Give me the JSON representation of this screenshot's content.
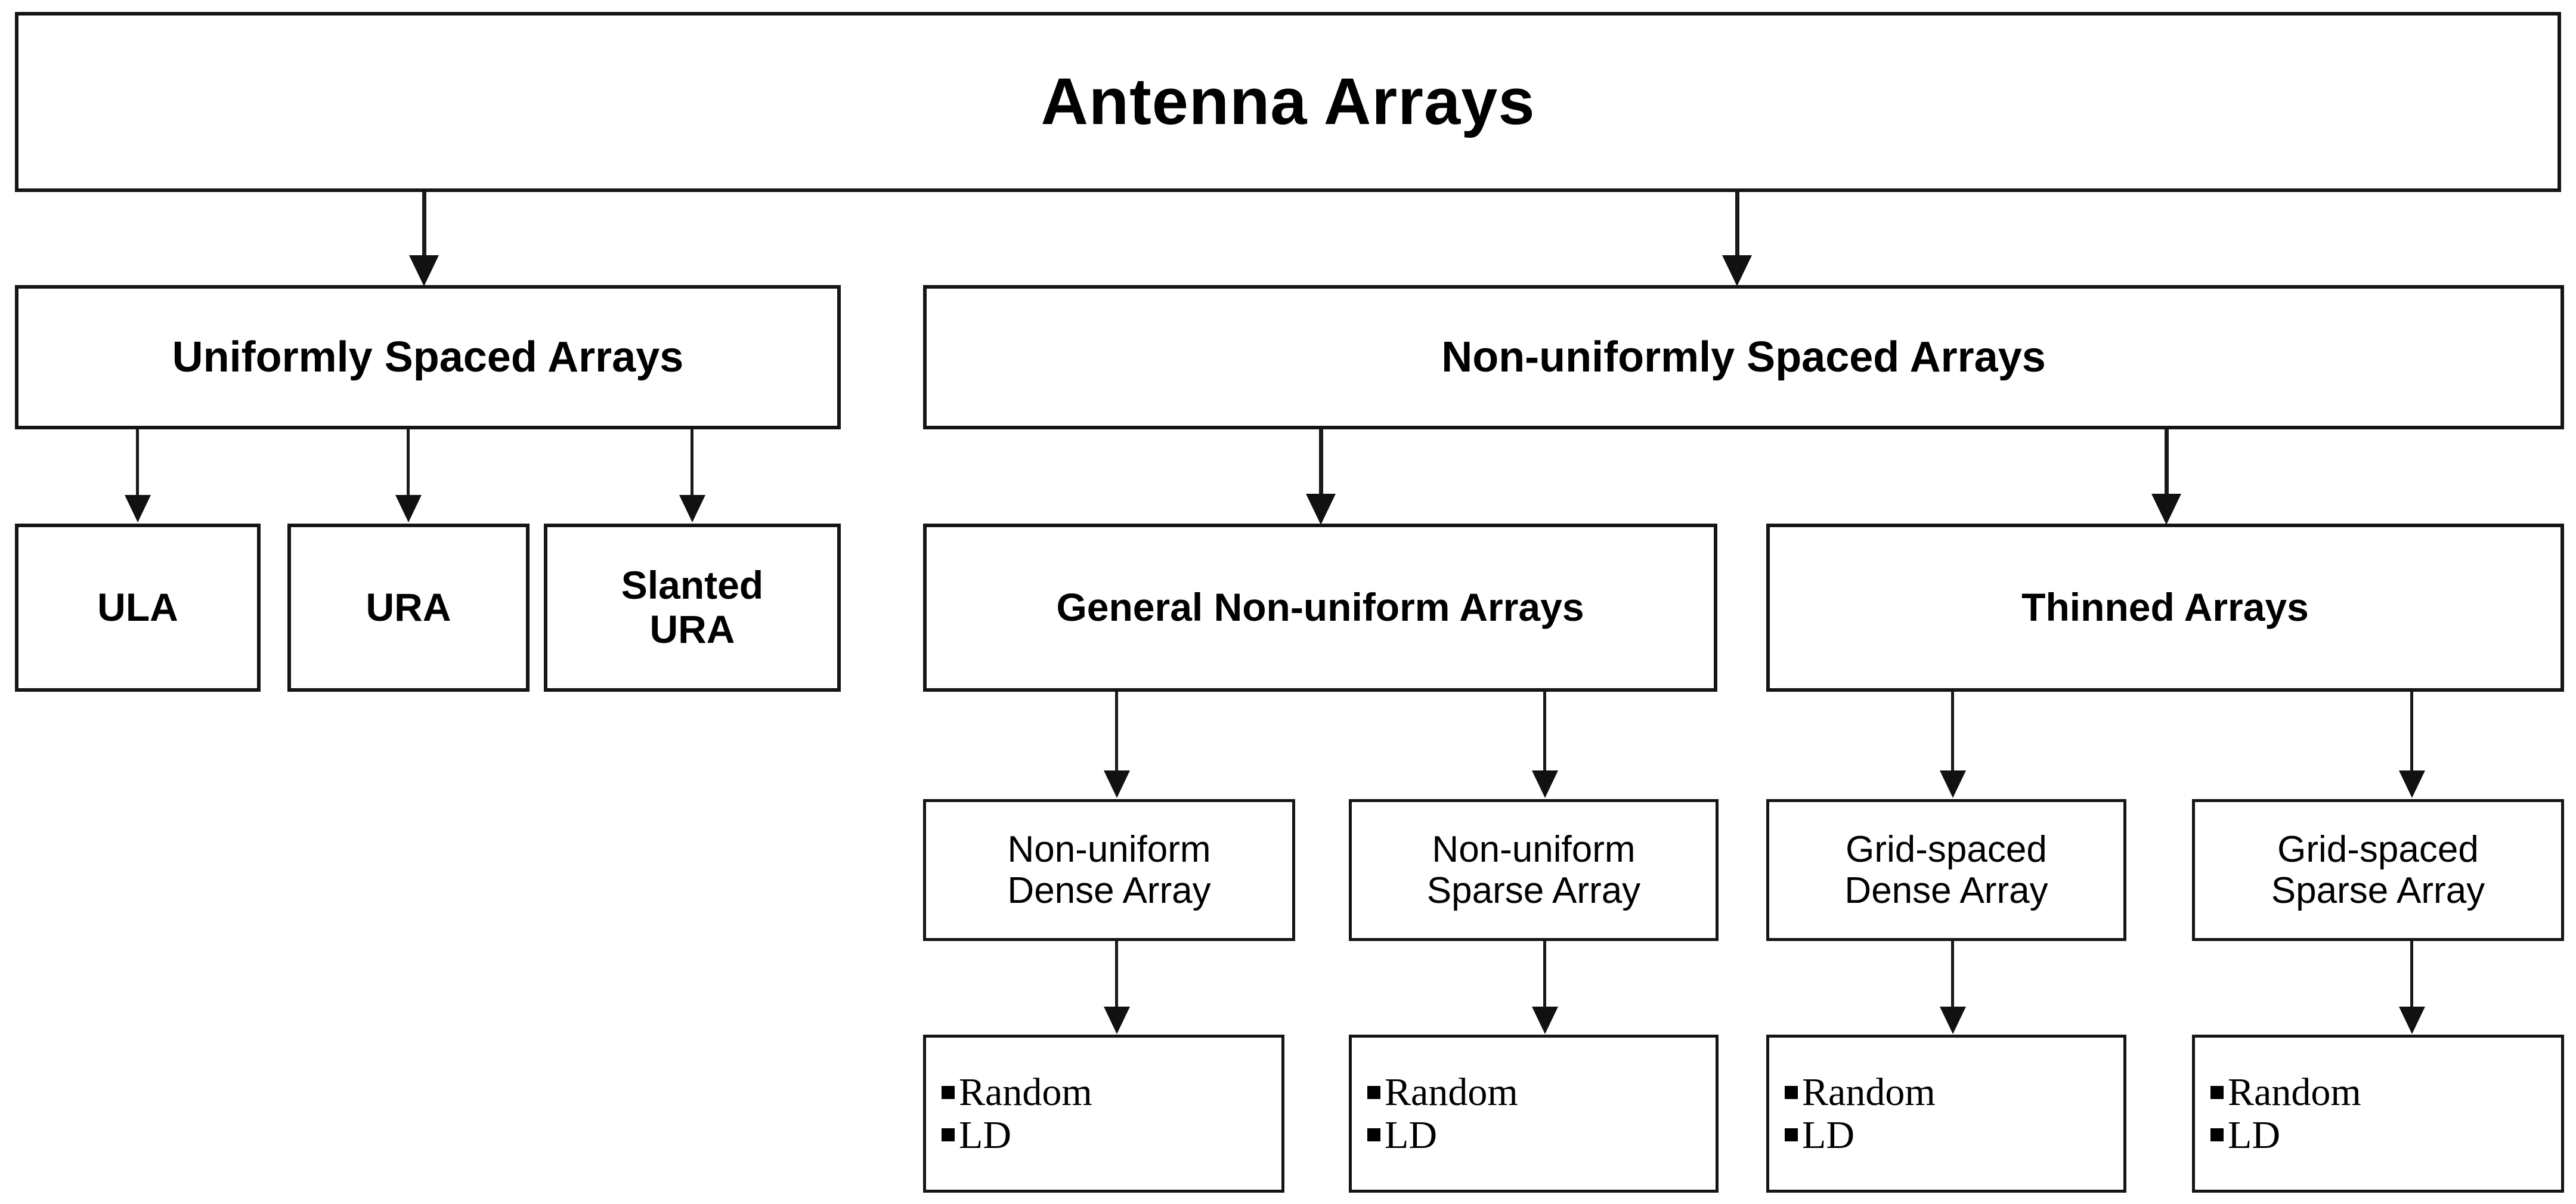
{
  "diagram": {
    "type": "hierarchy-tree",
    "title": "Antenna Arrays",
    "colors": {
      "box_border": "#151515",
      "box_fill": "#ffffff",
      "connector": "#111111",
      "text": "#000000"
    },
    "levels": {
      "root": {
        "label": "Antenna Arrays"
      },
      "level2": [
        {
          "label": "Uniformly Spaced Arrays"
        },
        {
          "label": "Non-uniformly Spaced Arrays"
        }
      ],
      "level3_left": [
        {
          "label": "ULA"
        },
        {
          "label": "URA"
        },
        {
          "label_line1": "Slanted",
          "label_line2": "URA"
        }
      ],
      "level3_right": [
        {
          "label": "General Non-uniform Arrays"
        },
        {
          "label": "Thinned Arrays"
        }
      ],
      "level4": [
        {
          "label_line1": "Non-uniform",
          "label_line2": "Dense Array"
        },
        {
          "label_line1": "Non-uniform",
          "label_line2": "Sparse Array"
        },
        {
          "label_line1": "Grid-spaced",
          "label_line2": "Dense Array"
        },
        {
          "label_line1": "Grid-spaced",
          "label_line2": "Sparse Array"
        }
      ],
      "level5": [
        {
          "item1": "Random",
          "item2": "LD"
        },
        {
          "item1": "Random",
          "item2": "LD"
        },
        {
          "item1": "Random",
          "item2": "LD"
        },
        {
          "item1": "Random",
          "item2": "LD"
        }
      ]
    }
  }
}
